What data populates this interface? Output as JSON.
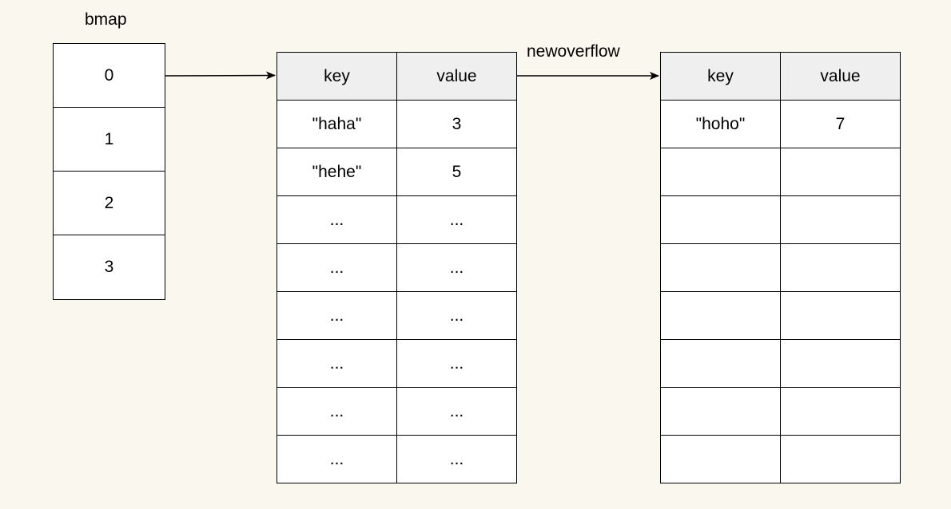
{
  "bmap": {
    "label": "bmap",
    "cells": [
      "0",
      "1",
      "2",
      "3"
    ]
  },
  "bucket_main": {
    "headers": [
      "key",
      "value"
    ],
    "rows": [
      [
        "\"haha\"",
        "3"
      ],
      [
        "\"hehe\"",
        "5"
      ],
      [
        "...",
        "..."
      ],
      [
        "...",
        "..."
      ],
      [
        "...",
        "..."
      ],
      [
        "...",
        "..."
      ],
      [
        "...",
        "..."
      ],
      [
        "...",
        "..."
      ]
    ]
  },
  "overflow_label": "newoverflow",
  "bucket_overflow": {
    "headers": [
      "key",
      "value"
    ],
    "rows": [
      [
        "\"hoho\"",
        "7"
      ],
      [
        "",
        ""
      ],
      [
        "",
        ""
      ],
      [
        "",
        ""
      ],
      [
        "",
        ""
      ],
      [
        "",
        ""
      ],
      [
        "",
        ""
      ],
      [
        "",
        ""
      ]
    ]
  },
  "colors": {
    "background": "#faf7ef",
    "header_fill": "#efefef",
    "cell_fill": "#ffffff",
    "stroke": "#000000"
  }
}
